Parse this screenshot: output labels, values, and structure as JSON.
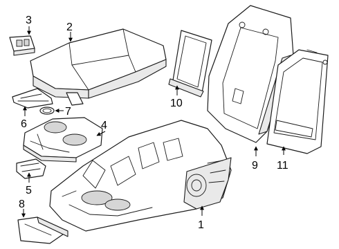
{
  "callouts": [
    "1",
    "2",
    "3",
    "4",
    "5",
    "6",
    "7",
    "8",
    "9",
    "10",
    "11"
  ]
}
